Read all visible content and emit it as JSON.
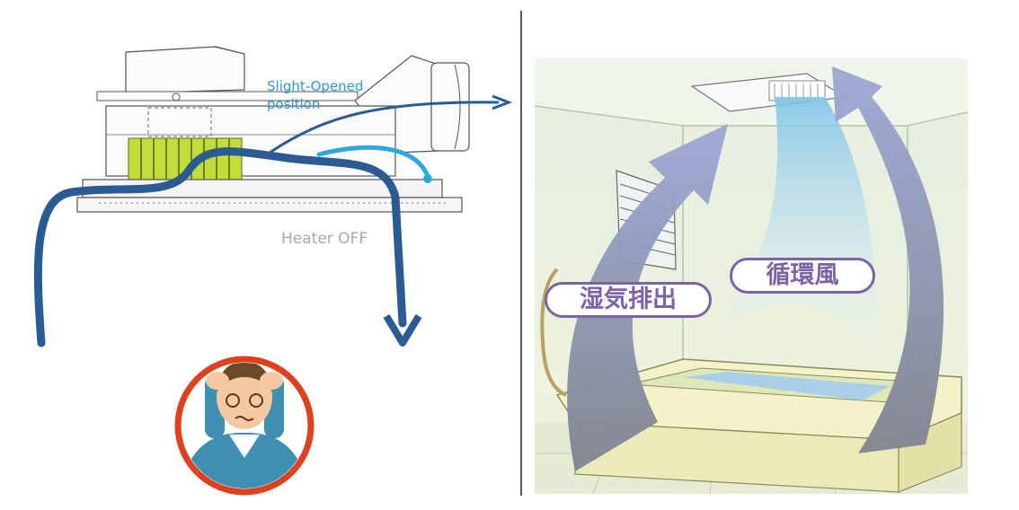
{
  "left_panel": {
    "damper_label_line1": "Slight-Opened",
    "damper_label_line2": "position",
    "heater_label": "Heater OFF"
  },
  "right_panel": {
    "exhaust_label": "湿気排出",
    "circulation_label": "循環風"
  },
  "colors": {
    "airflow_dark": "#2a5c93",
    "airflow_light": "#2ea8dc",
    "heater_grille": "#c4dc3a",
    "avatar_ring": "#e0401e",
    "label_purple": "#7c63a8",
    "big_arrow": "#8e97bd"
  },
  "icons": [
    "dizzy-person-avatar",
    "airflow-arrow",
    "ceiling-vent"
  ]
}
